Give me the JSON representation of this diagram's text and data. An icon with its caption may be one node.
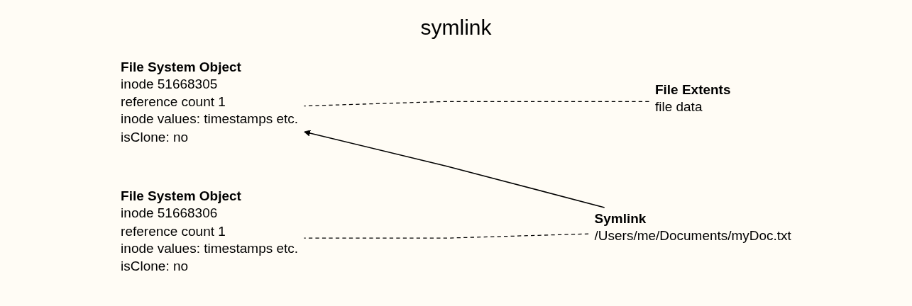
{
  "diagram": {
    "title": "symlink",
    "nodes": [
      {
        "text": [
          "File System Object",
          "inode 51668305",
          "reference count 1",
          "inode values: timestamps etc.",
          "isClone: no"
        ]
      },
      {
        "text": [
          "File Extents",
          "file data"
        ]
      },
      {
        "text": [
          "File System Object",
          "inode 51668306",
          "reference count 1",
          "inode values: timestamps etc.",
          "isClone: no"
        ]
      },
      {
        "text": [
          "Symlink",
          "/Users/me/Documents/myDoc.txt"
        ]
      }
    ],
    "edges": [
      {
        "from": 0,
        "to": 1,
        "arrow": "none",
        "style": "dashed"
      },
      {
        "from": 3,
        "to": 0,
        "arrow": "to"
      },
      {
        "from": 2,
        "to": 3,
        "arrow": "none",
        "style": "dashed"
      }
    ]
  }
}
